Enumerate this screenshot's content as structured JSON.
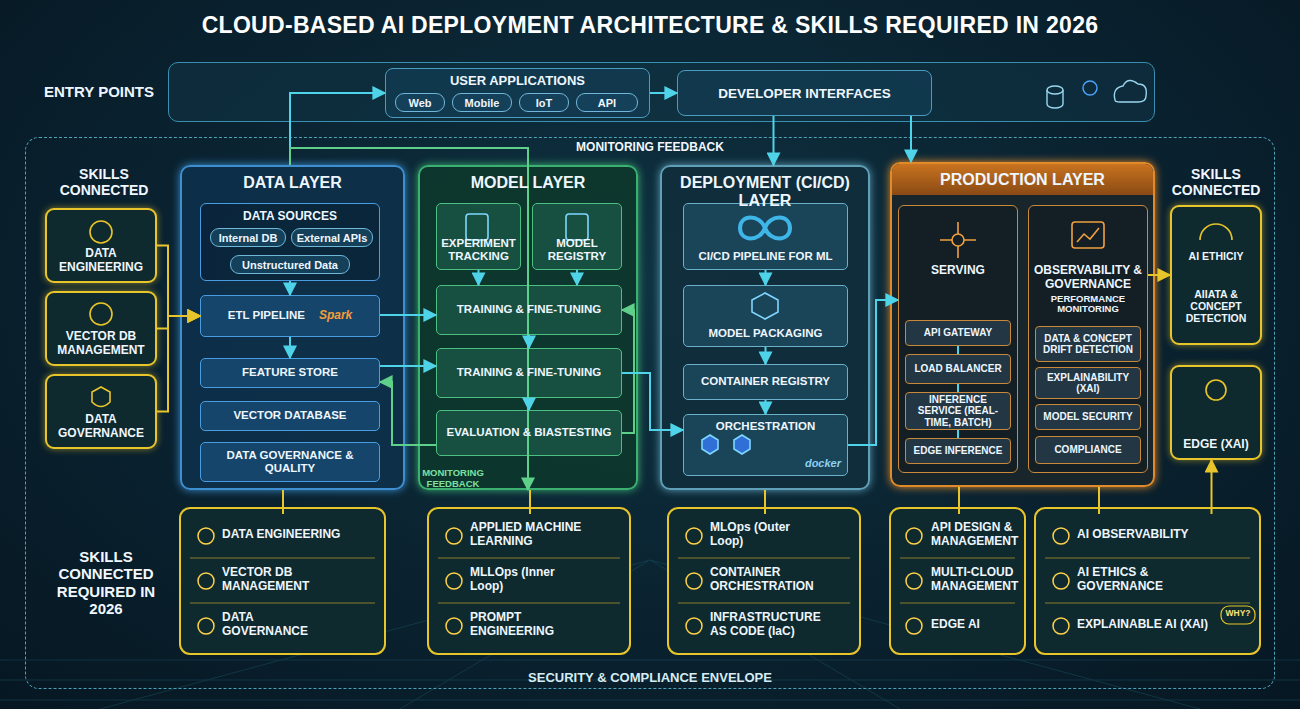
{
  "diagram": {
    "title": "CLOUD-BASED AI DEPLOYMENT ARCHITECTURE & SKILLS REQUIRED IN 2026",
    "nodes": [
      {
        "text": [
          "ENTRY POINTS"
        ]
      },
      {
        "text": [
          "USER APPLICATIONS"
        ],
        "in": 0
      },
      {
        "text": [
          "Web"
        ],
        "in": 1
      },
      {
        "text": [
          "Mobile"
        ],
        "in": 1
      },
      {
        "text": [
          "IoT"
        ],
        "in": 1
      },
      {
        "text": [
          "API"
        ],
        "in": 1
      },
      {
        "text": [
          "DEVELOPER INTERFACES"
        ],
        "in": 0
      },
      {
        "text": [
          "SECURITY & COMPLIANCE ENVELOPE"
        ]
      },
      {
        "text": [
          "DATA ENGINEERING"
        ],
        "in": 7
      },
      {
        "text": [
          "VECTOR DB MANAGEMENT"
        ],
        "in": 7
      },
      {
        "text": [
          "DATA GOVERNANCE"
        ],
        "in": 7
      },
      {
        "text": [
          "DATA LAYER"
        ],
        "in": 7
      },
      {
        "text": [
          "DATA SOURCES"
        ],
        "in": 11
      },
      {
        "text": [
          "Internal DB"
        ],
        "in": 12
      },
      {
        "text": [
          "External APIs"
        ],
        "in": 12
      },
      {
        "text": [
          "Unstructured Data"
        ],
        "in": 12
      },
      {
        "text": [
          "ETL PIPELINE",
          "Spark"
        ],
        "in": 11
      },
      {
        "text": [
          "FEATURE STORE"
        ],
        "in": 11
      },
      {
        "text": [
          "VECTOR DATABASE"
        ],
        "in": 11
      },
      {
        "text": [
          "DATA GOVERNANCE & QUALITY"
        ],
        "in": 11
      },
      {
        "text": [
          "MODEL LAYER"
        ],
        "in": 7
      },
      {
        "text": [
          "EXPERIMENT TRACKING"
        ],
        "in": 20
      },
      {
        "text": [
          "MODEL REGISTRY"
        ],
        "in": 20
      },
      {
        "text": [
          "TRAINING & FINE-TUNING"
        ],
        "in": 20
      },
      {
        "text": [
          "TRAINING & FINE-TUNING"
        ],
        "in": 20
      },
      {
        "text": [
          "EVALUATION & BIASTESTING"
        ],
        "in": 20
      },
      {
        "text": [
          "DEPLOYMENT (CI/CD) LAYER"
        ],
        "in": 7
      },
      {
        "text": [
          "CI/CD PIPELINE FOR ML"
        ],
        "in": 26
      },
      {
        "text": [
          "MODEL PACKAGING"
        ],
        "in": 26
      },
      {
        "text": [
          "CONTAINER REGISTRY"
        ],
        "in": 26
      },
      {
        "text": [
          "ORCHESTRATION",
          "docker"
        ],
        "in": 26
      },
      {
        "text": [
          "PRODUCTION LAYER"
        ],
        "in": 7
      },
      {
        "text": [
          "SERVING"
        ],
        "in": 31
      },
      {
        "text": [
          "API GATEWAY"
        ],
        "in": 32
      },
      {
        "text": [
          "LOAD BALANCER"
        ],
        "in": 32
      },
      {
        "text": [
          "INFERENCE SERVICE (REAL-TIME, BATCH)"
        ],
        "in": 32
      },
      {
        "text": [
          "EDGE INFERENCE"
        ],
        "in": 32
      },
      {
        "text": [
          "OBSERVABILITY & GOVERNANCE",
          "PERFORMANCE MONITORING"
        ],
        "in": 31
      },
      {
        "text": [
          "DATA & CONCEPT DRIFT DETECTION"
        ],
        "in": 37
      },
      {
        "text": [
          "EXPLAINABILITY (XAI)"
        ],
        "in": 37
      },
      {
        "text": [
          "MODEL SECURITY"
        ],
        "in": 37
      },
      {
        "text": [
          "COMPLIANCE"
        ],
        "in": 37
      },
      {
        "text": [
          "AI ETHICIY",
          "AIIATA & CONCEPT DETECTION"
        ],
        "in": 7
      },
      {
        "text": [
          "EDGE (XAI)"
        ],
        "in": 7
      },
      {
        "text": [
          "DATA ENGINEERING"
        ],
        "in": 7
      },
      {
        "text": [
          "VECTOR DB MANAGEMENT"
        ],
        "in": 7
      },
      {
        "text": [
          "DATA GOVERNANCE"
        ],
        "in": 7
      },
      {
        "text": [
          "APPLIED MACHINE LEARNING"
        ],
        "in": 7
      },
      {
        "text": [
          "MLLOps (Inner Loop)"
        ],
        "in": 7
      },
      {
        "text": [
          "PROMPT ENGINEERING"
        ],
        "in": 7
      },
      {
        "text": [
          "MLOps (Outer Loop)"
        ],
        "in": 7
      },
      {
        "text": [
          "CONTAINER ORCHESTRATION"
        ],
        "in": 7
      },
      {
        "text": [
          "INFRASTRUCTURE AS CODE (IaC)"
        ],
        "in": 7
      },
      {
        "text": [
          "API DESIGN & MANAGEMENT"
        ],
        "in": 7
      },
      {
        "text": [
          "MULTI-CLOUD MANAGEMENT"
        ],
        "in": 7
      },
      {
        "text": [
          "EDGE AI"
        ],
        "in": 7
      },
      {
        "text": [
          "AI OBSERVABILITY"
        ],
        "in": 7
      },
      {
        "text": [
          "AI ETHICS & GOVERNANCE"
        ],
        "in": 7
      },
      {
        "text": [
          "EXPLAINABLE AI (XAI)"
        ],
        "in": 7
      }
    ],
    "edges": [
      {
        "from": 1,
        "to": 6,
        "arrow": "to"
      },
      {
        "from": 11,
        "to": 1,
        "arrow": "to"
      },
      {
        "from": 11,
        "to": 20,
        "arrow": "to"
      },
      {
        "from": 6,
        "to": 26,
        "arrow": "to"
      },
      {
        "from": 6,
        "to": 31,
        "arrow": "to"
      },
      {
        "from": 8,
        "to": 16,
        "arrow": "to"
      },
      {
        "from": 9,
        "to": 16,
        "arrow": "to"
      },
      {
        "from": 10,
        "to": 16,
        "arrow": "to"
      },
      {
        "from": 12,
        "to": 16,
        "arrow": "to"
      },
      {
        "from": 16,
        "to": 17,
        "arrow": "to"
      },
      {
        "from": 16,
        "to": 23,
        "arrow": "to"
      },
      {
        "from": 17,
        "to": 24,
        "arrow": "to"
      },
      {
        "from": 25,
        "to": 17,
        "arrow": "to"
      },
      {
        "from": 21,
        "to": 23,
        "arrow": "to"
      },
      {
        "from": 22,
        "to": 23,
        "arrow": "to"
      },
      {
        "from": 23,
        "to": 24,
        "arrow": "to"
      },
      {
        "from": 24,
        "to": 25,
        "arrow": "to"
      },
      {
        "from": 25,
        "to": 23,
        "arrow": "to"
      },
      {
        "from": 24,
        "to": 30,
        "arrow": "to"
      },
      {
        "from": 27,
        "to": 28,
        "arrow": "to"
      },
      {
        "from": 28,
        "to": 29,
        "arrow": "to"
      },
      {
        "from": 29,
        "to": 30,
        "arrow": "to"
      },
      {
        "from": 30,
        "to": 32,
        "arrow": "to"
      },
      {
        "from": 33,
        "to": 34,
        "arrow": "none"
      },
      {
        "from": 34,
        "to": 35,
        "arrow": "none"
      },
      {
        "from": 35,
        "to": 36,
        "arrow": "none"
      },
      {
        "from": 37,
        "to": 42,
        "arrow": "to"
      },
      {
        "from": 56,
        "to": 43,
        "arrow": "to"
      },
      {
        "from": 11,
        "to": 44,
        "arrow": "none"
      },
      {
        "from": 20,
        "to": 47,
        "arrow": "none"
      },
      {
        "from": 26,
        "to": 50,
        "arrow": "none"
      },
      {
        "from": 31,
        "to": 53,
        "arrow": "none"
      },
      {
        "from": 31,
        "to": 56,
        "arrow": "none"
      }
    ],
    "labels": [
      "MONITORING FEEDBACK",
      "MONITORING FEEDBACK",
      "SKILLS CONNECTED",
      "SKILLS CONNECTED",
      "SKILLS CONNECTED REQUIRED IN 2026",
      "WHY?"
    ]
  }
}
